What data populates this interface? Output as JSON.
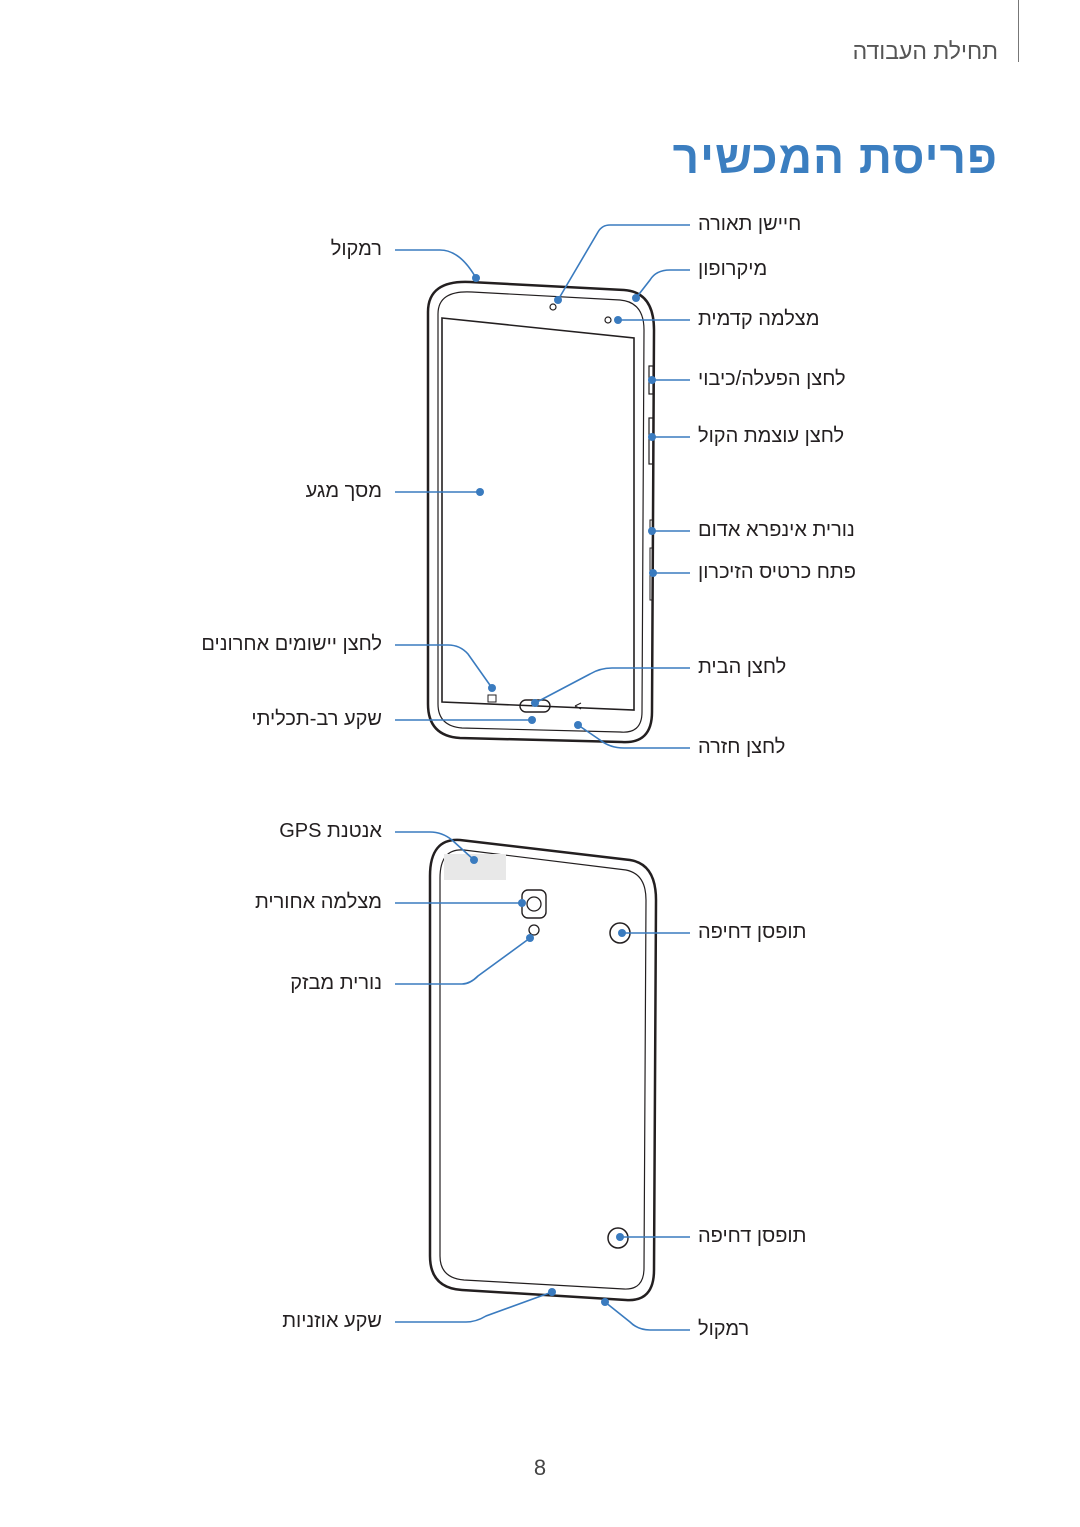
{
  "header": {
    "section": "תחילת העבודה"
  },
  "title": "פריסת המכשיר",
  "front_labels": {
    "speaker_top": "רמקול",
    "proximity_sensor": "חיישן תאורה",
    "microphone": "מיקרופון",
    "front_camera": "מצלמה קדמית",
    "power_button": "לחצן הפעלה/כיבוי",
    "volume_button": "לחצן עוצמת הקול",
    "touchscreen": "מסך מגע",
    "ir_led": "נורית אינפרא אדום",
    "memory_card_slot": "פתח כרטיס הזיכרון",
    "recent_apps_button": "לחצן יישומים אחרונים",
    "home_button": "לחצן הבית",
    "multipurpose_jack": "שקע רב-תכליתי",
    "back_button": "לחצן חזרה"
  },
  "back_labels": {
    "gps_antenna": "אנטנת GPS",
    "rear_camera": "מצלמה אחורית",
    "flash": "נורית מבזק",
    "cover_hole_top": "תופסן דחיפה",
    "cover_hole_bottom": "תופסן דחיפה",
    "earphone_jack": "שקע אוזניות",
    "speaker_bottom": "רמקול"
  },
  "page_number": "8",
  "colors": {
    "accent": "#3b7ec0",
    "leader": "#3a7bbf",
    "outline": "#231f20"
  }
}
